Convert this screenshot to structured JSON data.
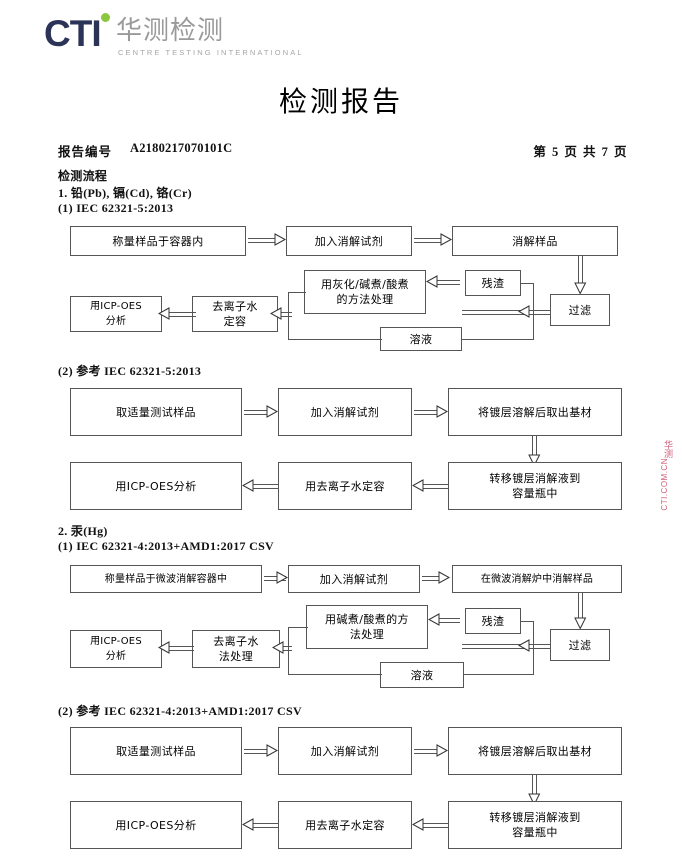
{
  "logo": {
    "mark": "CTI",
    "chinese": "华测检测",
    "english": "CENTRE TESTING INTERNATIONAL",
    "navy": "#2b3356",
    "green": "#8cc63e",
    "gray": "#9a9a9a"
  },
  "title": "检测报告",
  "header": {
    "report_label": "报告编号",
    "report_no": "A2180217070101C",
    "pages": "第 5 页  共 7 页"
  },
  "section_title": "检测流程",
  "sections": [
    {
      "heading": "1. 铅(Pb), 镉(Cd), 铬(Cr)",
      "sub": "(1) IEC 62321-5:2013"
    },
    {
      "sub": "(2) 参考 IEC 62321-5:2013"
    },
    {
      "heading": "2. 汞(Hg)",
      "sub": "(1) IEC 62321-4:2013+AMD1:2017 CSV"
    },
    {
      "sub": "(2) 参考 IEC 62321-4:2013+AMD1:2017 CSV"
    }
  ],
  "flow1": {
    "b1": "称量样品于容器内",
    "b2": "加入消解试剂",
    "b3": "消解样品",
    "b4": "过滤",
    "b5": "残渣",
    "b6": "用灰化/碱煮/酸煮\n的方法处理",
    "b6a": "用灰化/碱煮/酸煮",
    "b6b": "的方法处理",
    "b7": "溶液",
    "b8a": "去离子水",
    "b8b": "定容",
    "b9a": "用ICP-OES",
    "b9b": "分析"
  },
  "flow2": {
    "b1": "取适量测试样品",
    "b2": "加入消解试剂",
    "b3": "将镀层溶解后取出基材",
    "b4a": "转移镀层消解液到",
    "b4b": "容量瓶中",
    "b5": "用去离子水定容",
    "b6": "用ICP-OES分析"
  },
  "flow3": {
    "b1": "称量样品于微波消解容器中",
    "b2": "加入消解试剂",
    "b3": "在微波消解炉中消解样品",
    "b4": "过滤",
    "b5": "残渣",
    "b6a": "用碱煮/酸煮的方",
    "b6b": "法处理",
    "b7": "溶液",
    "b8a": "去离子水",
    "b8b": "法处理",
    "b9a": "用ICP-OES",
    "b9b": "分析"
  },
  "flow4": {
    "b1": "取适量测试样品",
    "b2": "加入消解试剂",
    "b3": "将镀层溶解后取出基材",
    "b4a": "转移镀层消解液到",
    "b4b": "容量瓶中",
    "b5": "用去离子水定容",
    "b6": "用ICP-OES分析"
  },
  "watermark": {
    "chinese": "华测",
    "text": "CTI.COM.CN",
    "color": "#c0274a"
  }
}
